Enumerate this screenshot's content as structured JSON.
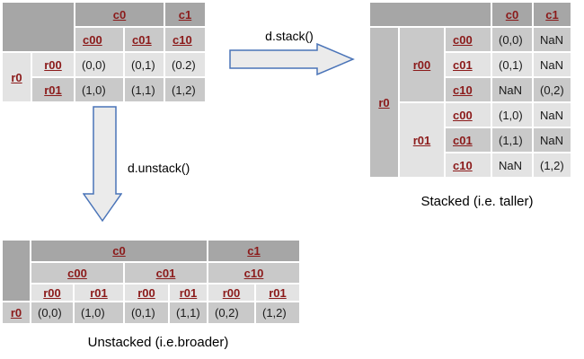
{
  "colors": {
    "header_dark_gray": "#a6a6a6",
    "stripe_medium_gray": "#c9c9c9",
    "stripe_light_gray": "#e3e3e3",
    "row_group_gray": "#bdbdbd",
    "header_red": "#8b1a1a",
    "arrow_border_blue": "#4a74b8",
    "arrow_fill": "#ebebeb"
  },
  "arrows": {
    "stack_label": "d.stack()",
    "unstack_label": "d.unstack()"
  },
  "captions": {
    "stacked": "Stacked (i.e. taller)",
    "unstacked": "Unstacked (i.e.broader)"
  },
  "original_table": {
    "col_groups": [
      "c0",
      "c1"
    ],
    "col_subs": [
      "c00",
      "c01",
      "c10"
    ],
    "row_group": "r0",
    "rows": [
      {
        "label": "r00",
        "values": [
          "(0,0)",
          "(0,1)",
          "(0.2)"
        ]
      },
      {
        "label": "r01",
        "values": [
          "(1,0)",
          "(1,1)",
          "(1,2)"
        ]
      }
    ]
  },
  "stacked_table": {
    "col_headers": [
      "c0",
      "c1"
    ],
    "row_group": "r0",
    "groups": [
      {
        "label": "r00",
        "rows": [
          {
            "label": "c00",
            "values": [
              "(0,0)",
              "NaN"
            ]
          },
          {
            "label": "c01",
            "values": [
              "(0,1)",
              "NaN"
            ]
          },
          {
            "label": "c10",
            "values": [
              "NaN",
              "(0,2)"
            ]
          }
        ]
      },
      {
        "label": "r01",
        "rows": [
          {
            "label": "c00",
            "values": [
              "(1,0)",
              "NaN"
            ]
          },
          {
            "label": "c01",
            "values": [
              "(1,1)",
              "NaN"
            ]
          },
          {
            "label": "c10",
            "values": [
              "NaN",
              "(1,2)"
            ]
          }
        ]
      }
    ]
  },
  "unstacked_table": {
    "col_groups": [
      "c0",
      "c1"
    ],
    "col_subs": [
      "c00",
      "c01",
      "c10"
    ],
    "col_leaf": [
      "r00",
      "r01",
      "r00",
      "r01",
      "r00",
      "r01"
    ],
    "row_label": "r0",
    "values": [
      "(0,0)",
      "(1,0)",
      "(0,1)",
      "(1,1)",
      "(0,2)",
      "(1,2)"
    ]
  }
}
